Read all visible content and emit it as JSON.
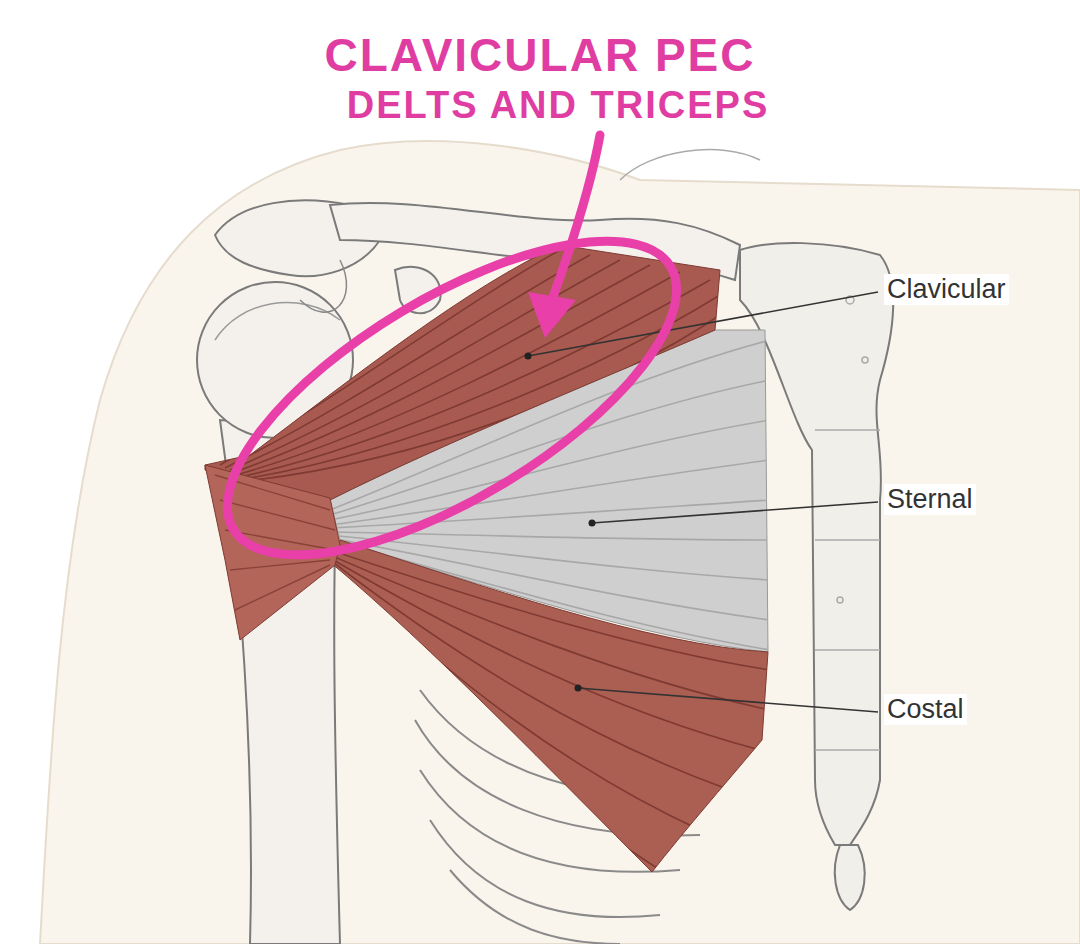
{
  "diagram": {
    "labels": [
      "CLAVICULAR PEC",
      "DELTS AND TRICEPS",
      "Clavicular",
      "Sternal",
      "Costal"
    ]
  }
}
